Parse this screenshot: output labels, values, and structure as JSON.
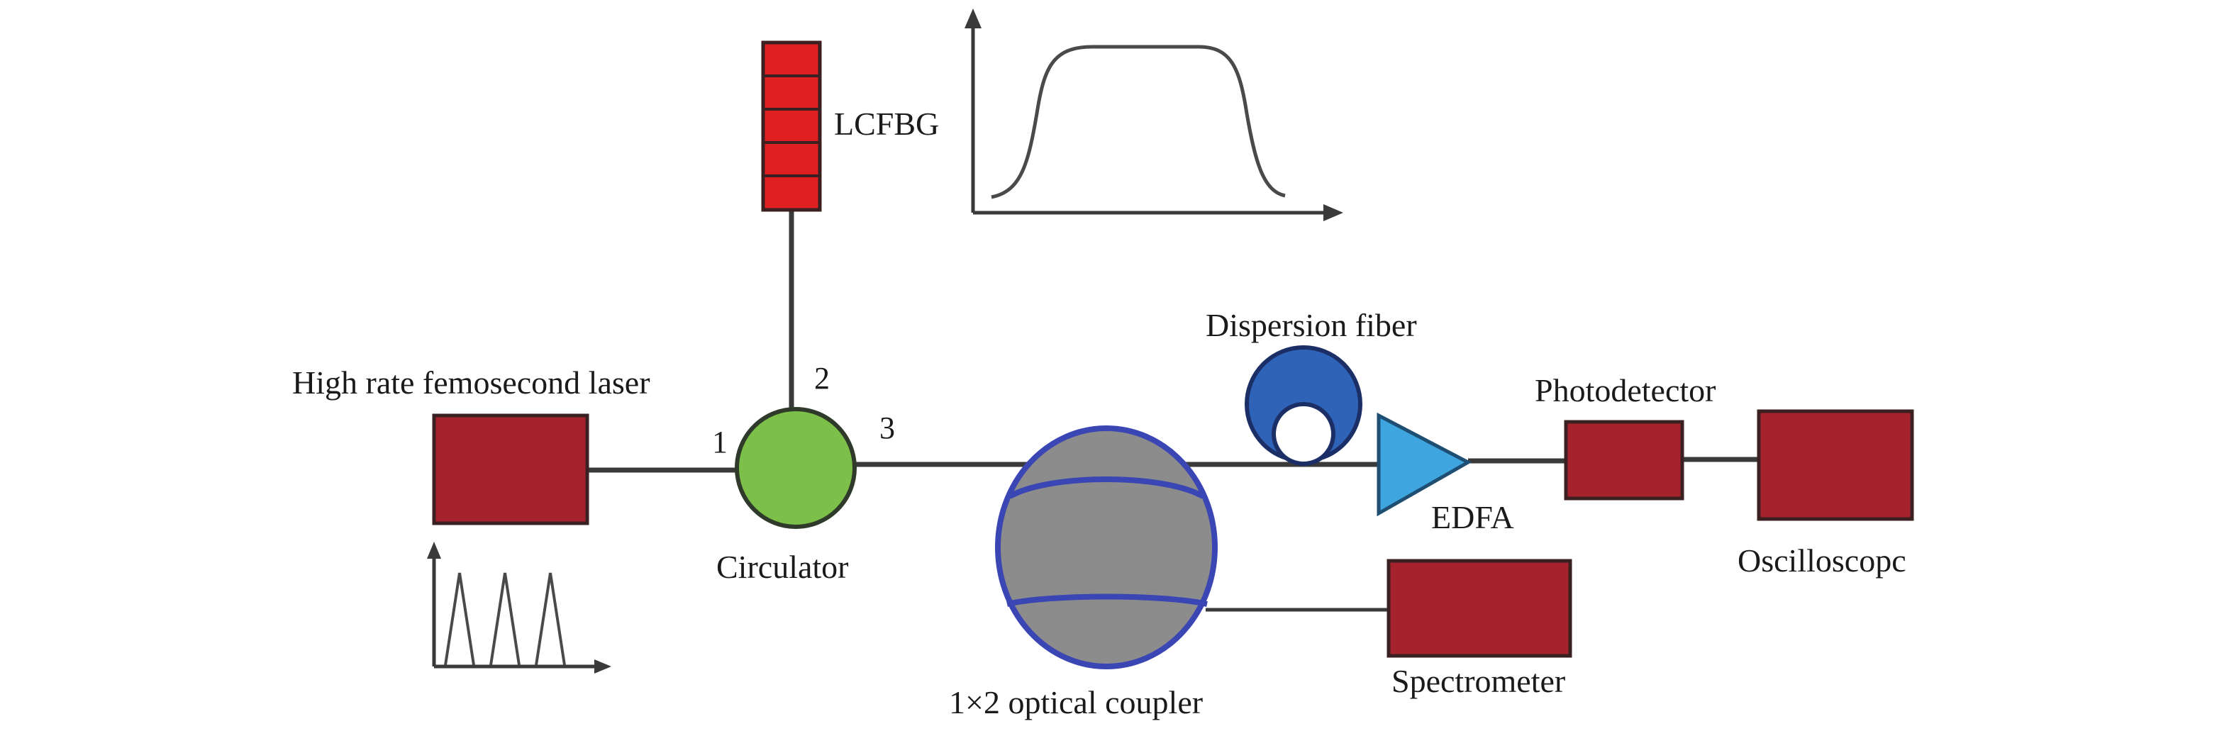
{
  "labels": {
    "laser": "High rate femosecond laser",
    "circulator": "Circulator",
    "lcfbg": "LCFBG",
    "dispersion_fiber": "Dispersion fiber",
    "coupler": "1×2 optical coupler",
    "edfa": "EDFA",
    "photodetector": "Photodetector",
    "oscilloscope": "Oscilloscopc",
    "spectrometer": "Spectrometer"
  },
  "ports": {
    "p1": "1",
    "p2": "2",
    "p3": "3"
  },
  "colors": {
    "device_red": "#a6232d",
    "grating_red": "#e02020",
    "circulator_green": "#7cc04a",
    "coupler_gray": "#8c8c8c",
    "coupler_outline": "#3a46b4",
    "fiber_blue": "#2f63b8",
    "edfa_blue": "#3ea5df"
  },
  "icons": {
    "laser_pulse_train": "triangular-pulse-train-icon",
    "lcfbg_spectrum": "flat-top-reflection-spectrum-icon"
  }
}
